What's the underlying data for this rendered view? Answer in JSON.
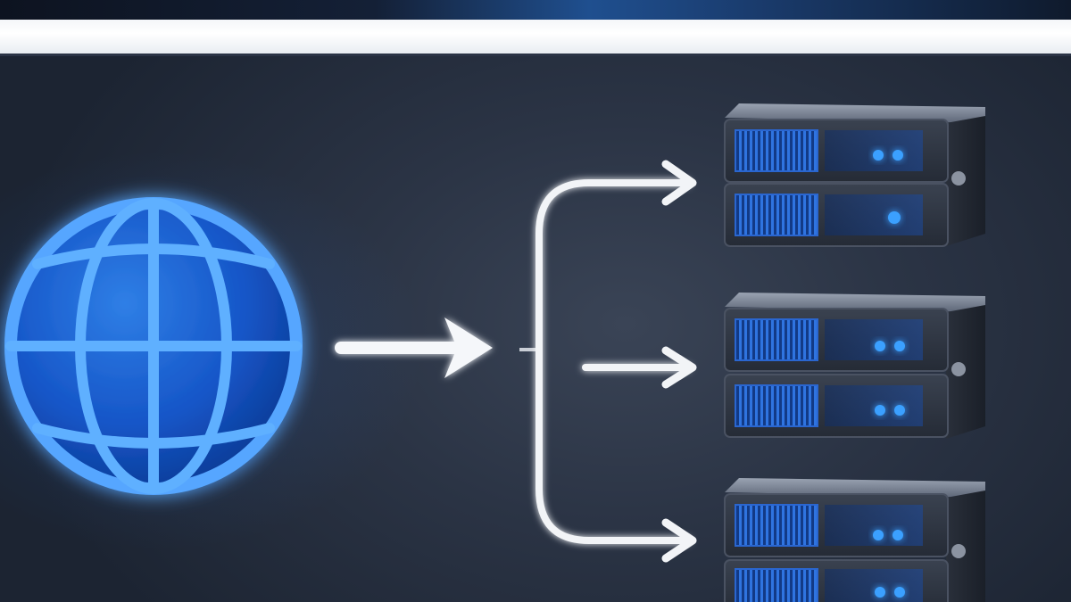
{
  "scene": {
    "elements": [
      {
        "name": "globe-icon",
        "kind": "internet"
      },
      {
        "name": "incoming-arrow",
        "kind": "arrow"
      },
      {
        "name": "distribution-bracket",
        "kind": "connector"
      },
      {
        "name": "server-rack-1",
        "kind": "server"
      },
      {
        "name": "server-rack-2",
        "kind": "server"
      },
      {
        "name": "server-rack-3",
        "kind": "server"
      }
    ],
    "colors": {
      "background": "#2b3445",
      "globe_glow": "#2f8cff",
      "globe_fill": "#1656c8",
      "arrow": "#f5f7fa",
      "server_body": "#2e3440",
      "server_led": "#3aa0ff"
    }
  }
}
